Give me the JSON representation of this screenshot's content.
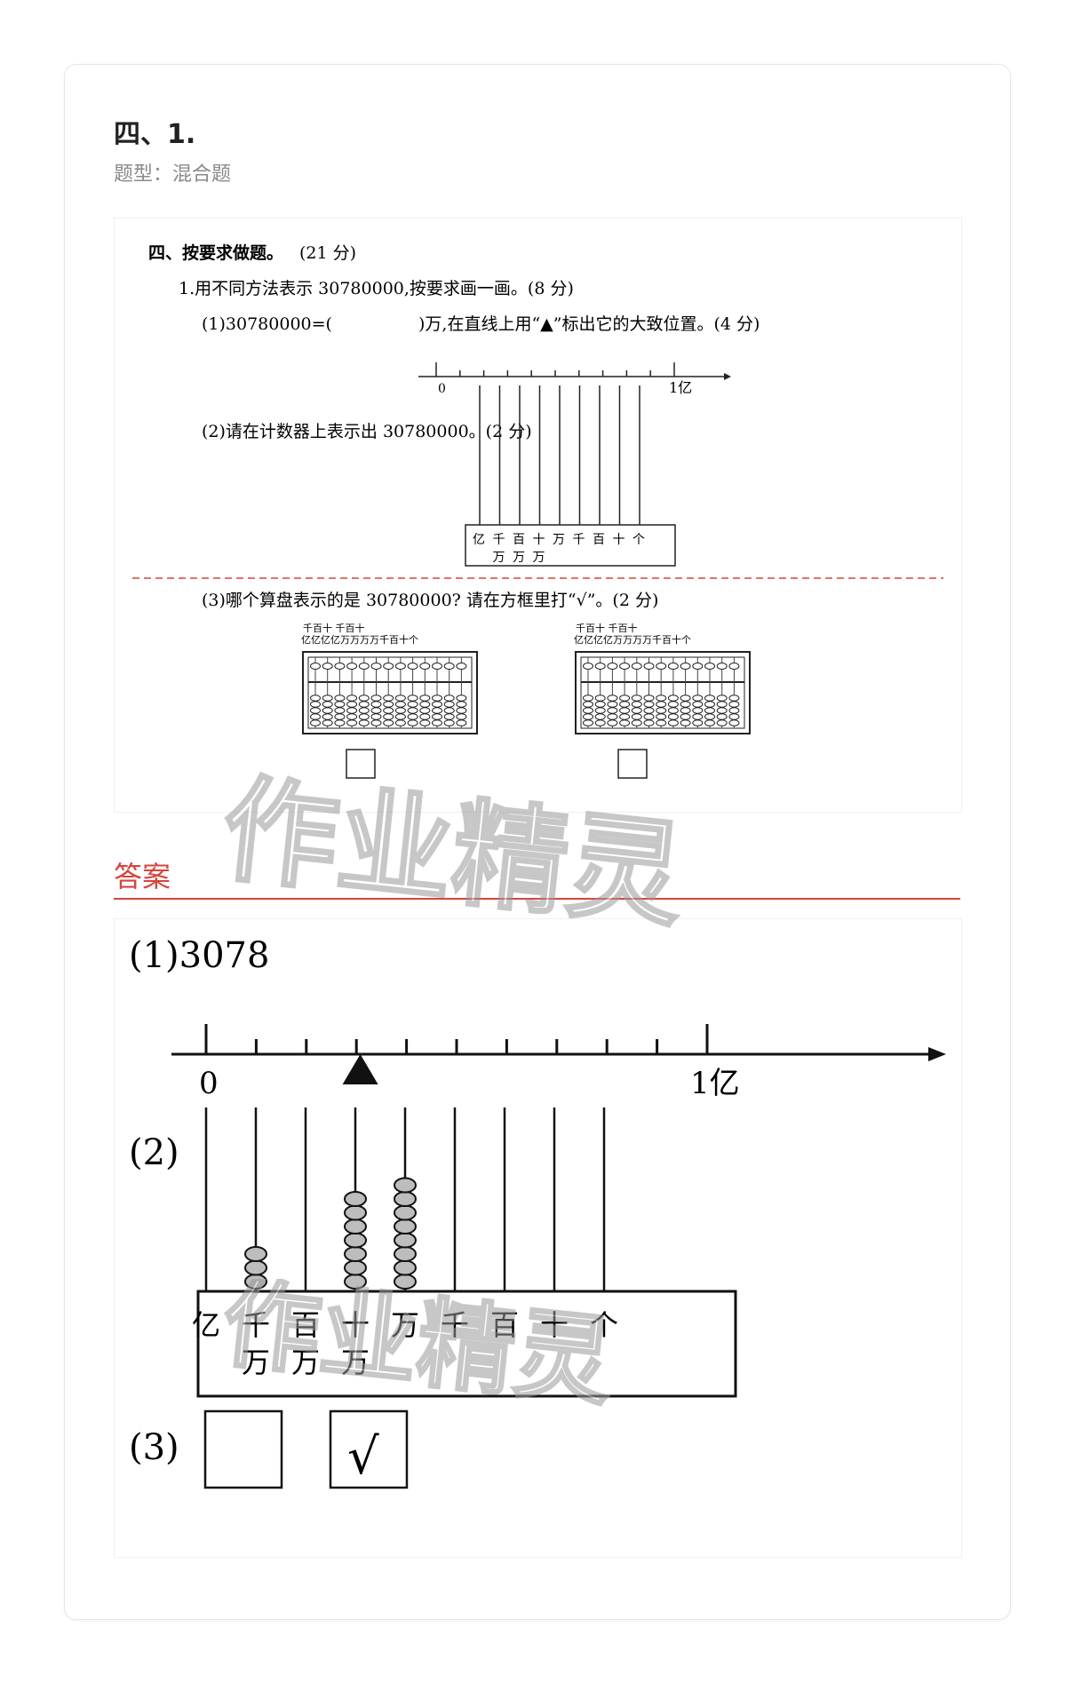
{
  "question": {
    "title": "四、1.",
    "type_label": "题型：混合题"
  },
  "problem": {
    "section_heading": "四、按要求做题。",
    "section_score": "(21 分)",
    "item_text": "1.用不同方法表示 30780000,按要求画一画。(8 分)",
    "part1_prefix": "(1)30780000=(",
    "part1_suffix": ")万,在直线上用“▲”标出它的大致位置。(4 分)",
    "numberline_start": "0",
    "numberline_end": "1亿",
    "part2_text": "(2)请在计数器上表示出 30780000。(2 分)",
    "counter_units_top": [
      "亿",
      "千",
      "百",
      "十",
      "万",
      "千",
      "百",
      "十",
      "个"
    ],
    "counter_units_bottom": [
      "",
      "万",
      "万",
      "万",
      "",
      "",
      "",
      "",
      ""
    ],
    "part3_text": "(3)哪个算盘表示的是 30780000? 请在方框里打“√”。(2 分)",
    "abacus_header_top": "千百十    千百十",
    "abacus_header_bottom": "亿亿亿亿万万万万千百十个"
  },
  "answer": {
    "label": "答案",
    "part1": "(1)3078",
    "numberline_start": "0",
    "numberline_end": "1亿",
    "triangle_position_fraction": 0.3078,
    "part2_label": "(2)",
    "counter_beads": [
      0,
      3,
      0,
      7,
      8,
      0,
      0,
      0,
      0
    ],
    "counter_units_top": [
      "亿",
      "千",
      "百",
      "十",
      "万",
      "千",
      "百",
      "十",
      "个"
    ],
    "counter_units_bottom": [
      "",
      "万",
      "万",
      "万",
      "",
      "",
      "",
      "",
      ""
    ],
    "part3_label": "(3)",
    "part3_check": "√"
  },
  "watermark": "作业精灵"
}
